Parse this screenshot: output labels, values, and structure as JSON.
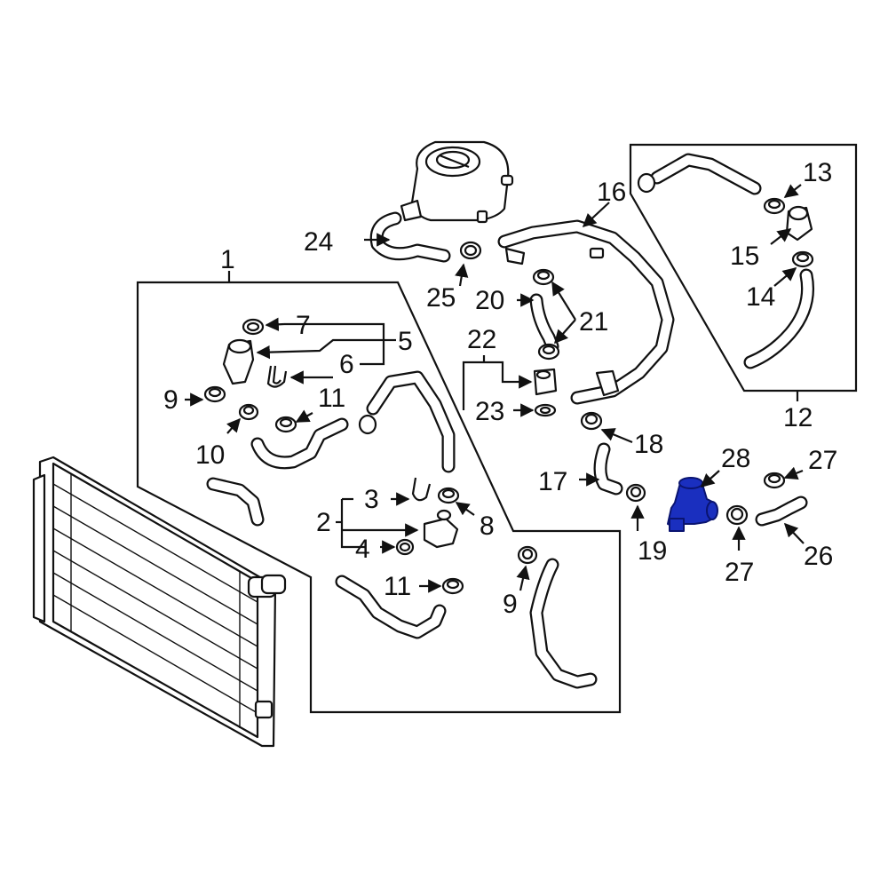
{
  "callouts": {
    "c1": "1",
    "c2": "2",
    "c3": "3",
    "c4": "4",
    "c5": "5",
    "c6": "6",
    "c7": "7",
    "c8": "8",
    "c9a": "9",
    "c9b": "9",
    "c10": "10",
    "c11a": "11",
    "c11b": "11",
    "c12": "12",
    "c13": "13",
    "c14": "14",
    "c15": "15",
    "c16": "16",
    "c17": "17",
    "c18": "18",
    "c19": "19",
    "c20": "20",
    "c21": "21",
    "c22": "22",
    "c23": "23",
    "c24": "24",
    "c25": "25",
    "c26": "26",
    "c27a": "27",
    "c27b": "27",
    "c28": "28"
  },
  "highlight_color": "#1a2fbf",
  "highlighted_part": "28"
}
